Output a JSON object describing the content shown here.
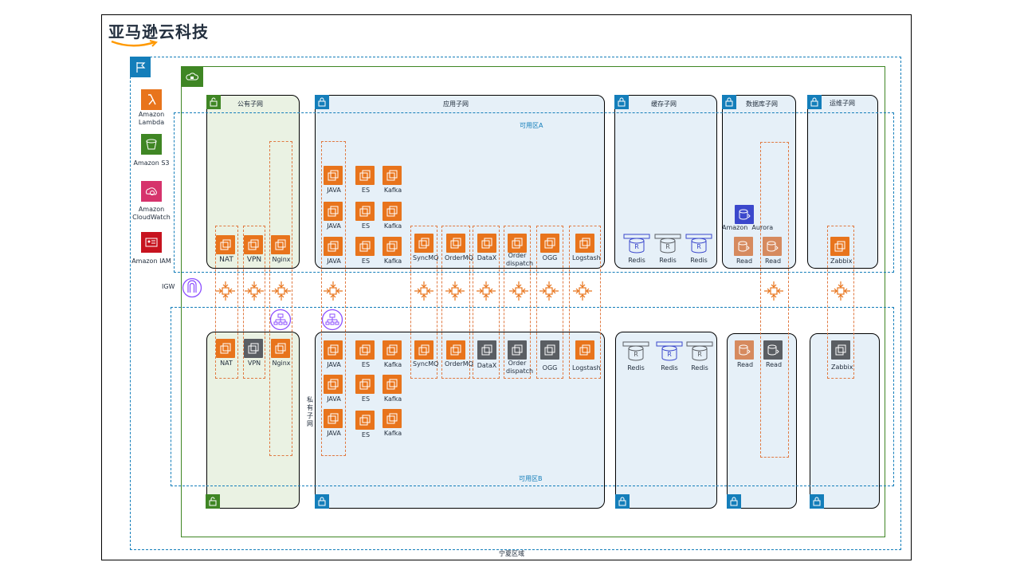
{
  "brand": {
    "title": "亚马逊云科技"
  },
  "region": {
    "label": "宁夏区域"
  },
  "services": [
    {
      "icon": "lambda-icon",
      "label": "Amazon\nLambda",
      "color": "#e8741c"
    },
    {
      "icon": "s3-icon",
      "label": "Amazon S3",
      "color": "#3f8624"
    },
    {
      "icon": "cloudwatch-icon",
      "label": "Amazon\nCloudWatch",
      "color": "#d6336c"
    },
    {
      "icon": "iam-icon",
      "label": "Amazon IAM",
      "color": "#c7131f"
    }
  ],
  "igw": {
    "label": "IGW"
  },
  "subnets": {
    "public": "公有子网",
    "app": "应用子网",
    "cache": "缓存子网",
    "db": "数据库子网",
    "ops": "运维子网",
    "private": "私有子网"
  },
  "zones": {
    "a": "可用区A",
    "b": "可用区B"
  },
  "labels": {
    "nat": "NAT",
    "vpn": "VPN",
    "nginx": "Nginx",
    "java": "JAVA",
    "es": "ES",
    "kafka": "Kafka",
    "syncmq": "SyncMQ",
    "ordermq": "OrderMQ",
    "datax": "DataX",
    "order_dispatch": "Order\ndispatch",
    "ogg": "OGG",
    "logstash": "Logstash",
    "redis": "Redis",
    "read": "Read",
    "aurora": "Amazon  Aurora",
    "zabbix": "Zabbix"
  },
  "colors": {
    "region": "#147eba",
    "vpc": "#3f8624",
    "compute": "#e8741c",
    "group_border": "#e07941",
    "elb": "#8c4fff"
  }
}
